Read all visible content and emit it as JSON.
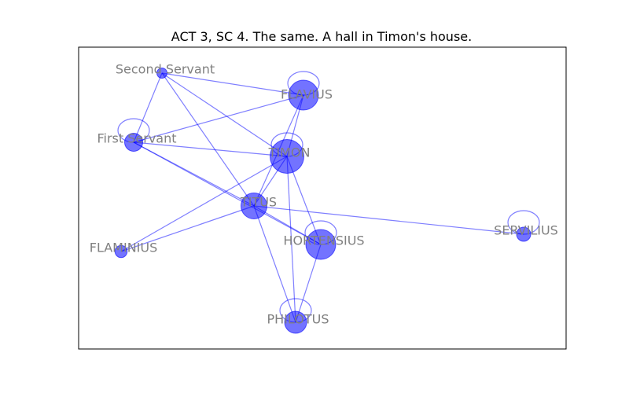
{
  "title": "ACT 3, SC 4. The same. A hall in Timon's house.",
  "colors": {
    "node": "#0000ff",
    "edge": "#0000ff",
    "label": "#808080"
  },
  "nodes": [
    {
      "id": "second_servant",
      "label": "Second Servant",
      "size": 1,
      "self_loop": false
    },
    {
      "id": "flavius",
      "label": "FLAVIUS",
      "size": 6,
      "self_loop": true
    },
    {
      "id": "first_servant",
      "label": "First Servant",
      "size": 3,
      "self_loop": true
    },
    {
      "id": "timon",
      "label": "TIMON",
      "size": 7,
      "self_loop": true
    },
    {
      "id": "titus",
      "label": "TITUS",
      "size": 5,
      "self_loop": false
    },
    {
      "id": "hortensius",
      "label": "HORTENSIUS",
      "size": 6,
      "self_loop": true
    },
    {
      "id": "servilius",
      "label": "SERVILIUS",
      "size": 2,
      "self_loop": true
    },
    {
      "id": "flaminius",
      "label": "FLAMINIUS",
      "size": 1.5,
      "self_loop": false
    },
    {
      "id": "philotus",
      "label": "PHILOTUS",
      "size": 4,
      "self_loop": true
    }
  ],
  "edges": [
    [
      "second_servant",
      "flavius"
    ],
    [
      "second_servant",
      "first_servant"
    ],
    [
      "second_servant",
      "timon"
    ],
    [
      "second_servant",
      "titus"
    ],
    [
      "first_servant",
      "flavius"
    ],
    [
      "first_servant",
      "timon"
    ],
    [
      "first_servant",
      "titus"
    ],
    [
      "first_servant",
      "hortensius"
    ],
    [
      "timon",
      "flavius"
    ],
    [
      "timon",
      "titus"
    ],
    [
      "timon",
      "hortensius"
    ],
    [
      "timon",
      "philotus"
    ],
    [
      "timon",
      "flaminius"
    ],
    [
      "titus",
      "flavius"
    ],
    [
      "titus",
      "hortensius"
    ],
    [
      "titus",
      "servilius"
    ],
    [
      "titus",
      "flaminius"
    ],
    [
      "titus",
      "philotus"
    ],
    [
      "hortensius",
      "philotus"
    ]
  ]
}
